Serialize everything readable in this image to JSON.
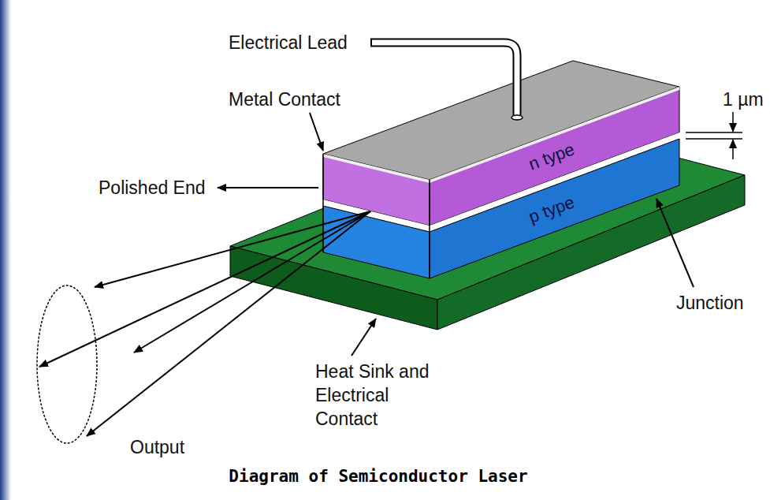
{
  "diagram": {
    "caption": "Diagram of Semiconductor Laser",
    "labels": [
      "Electrical Lead",
      "Metal Contact",
      "1 µm",
      "Polished End",
      "n type",
      "p type",
      "Junction",
      "Heat Sink and Electrical Contact",
      "Output"
    ]
  }
}
